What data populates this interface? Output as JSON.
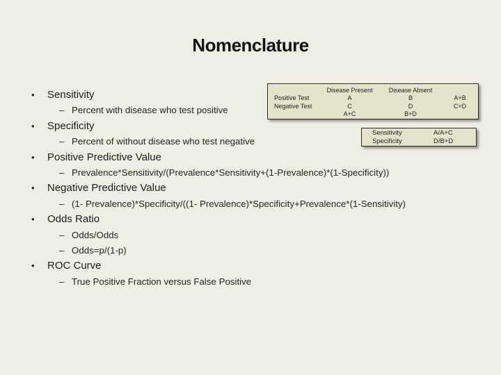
{
  "slide": {
    "title": "Nomenclature",
    "background_color": "#efeee5",
    "table_fill_color": "#e5e2cb",
    "text_color": "#1b1b1b"
  },
  "bullets": [
    {
      "label": "Sensitivity",
      "subs": [
        "Percent with disease who test positive"
      ]
    },
    {
      "label": "Specificity",
      "subs": [
        "Percent of without disease who test negative"
      ]
    },
    {
      "label": "Positive Predictive Value",
      "subs": [
        "Prevalence*Sensitivity/(Prevalence*Sensitivity+(1-Prevalence)*(1-Specificity))"
      ]
    },
    {
      "label": "Negative Predictive Value",
      "subs": [
        "(1- Prevalence)*Specificity/((1- Prevalence)*Specificity+Prevalence*(1-Sensitivity)"
      ]
    },
    {
      "label": "Odds Ratio",
      "subs": [
        "Odds/Odds",
        "Odds=p/(1-p)"
      ]
    },
    {
      "label": "ROC Curve",
      "subs": [
        "True Positive Fraction versus False Positive"
      ]
    }
  ],
  "glyphs": {
    "bullet": "•",
    "dash": "–"
  },
  "contingency": {
    "rows": [
      [
        "",
        "Disease Present",
        "Disease Absent",
        ""
      ],
      [
        "Positive Test",
        "A",
        "B",
        "A+B"
      ],
      [
        "Negative Test",
        "C",
        "D",
        "C+D"
      ],
      [
        "",
        "A+C",
        "B+D",
        ""
      ]
    ]
  },
  "definition": {
    "rows": [
      [
        "Sensitivity",
        "A/A+C"
      ],
      [
        "Specificity",
        "D/B+D"
      ]
    ]
  }
}
